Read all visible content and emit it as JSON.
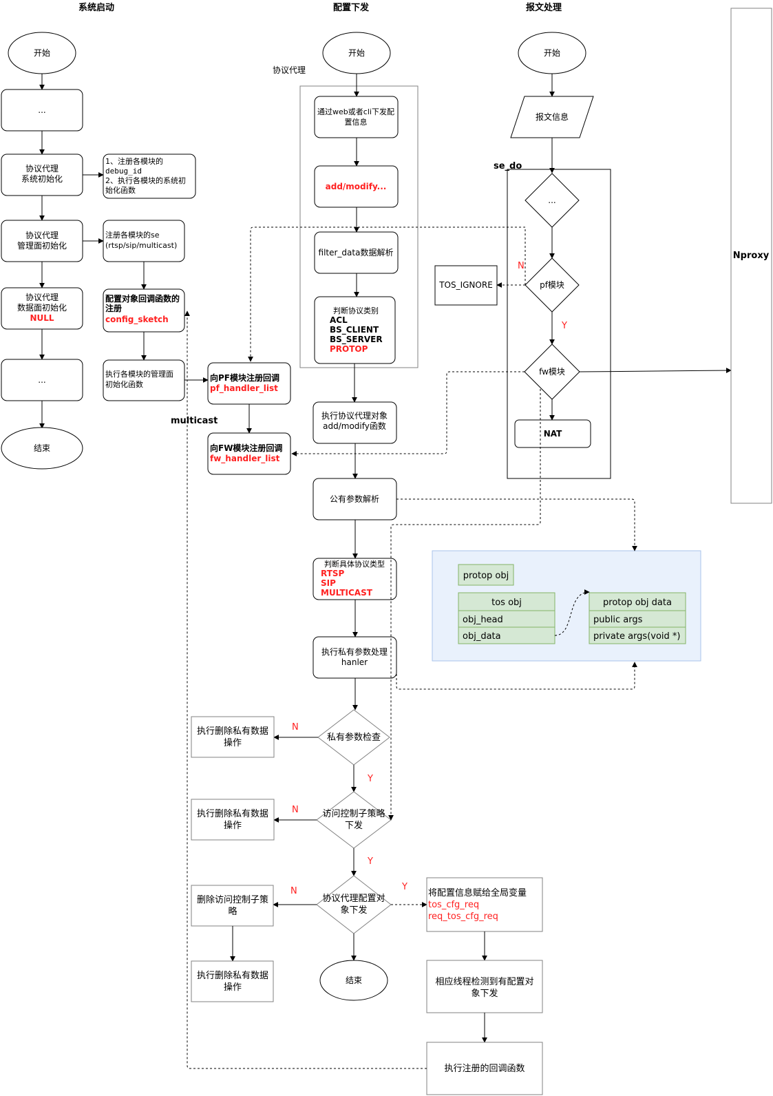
{
  "columns": {
    "startup": "系统启动",
    "config": "配置下发",
    "packet": "报文处理"
  },
  "labels": {
    "protocol_proxy": "协议代理",
    "se_do": "se_do",
    "multicast": "multicast",
    "nproxy": "Nproxy"
  },
  "startup": {
    "start": "开始",
    "box1": "...",
    "sys_init": [
      "协议代理",
      "系统初始化"
    ],
    "mgmt_init": [
      "协议代理",
      "管理面初始化"
    ],
    "data_init": [
      "协议代理",
      "数据面初始化"
    ],
    "data_init_null": "NULL",
    "box2": "...",
    "end": "结束",
    "note1": [
      "1、注册各模块的",
      "debug_id",
      "2、执行各模块的系统初",
      "始化函数"
    ],
    "note2": [
      "注册各模块的se",
      "(rtsp/sip/multicast)"
    ],
    "note3": [
      "配置对象回调函数的",
      "注册"
    ],
    "note3_red": "config_sketch",
    "note4": [
      "执行各模块的管理面",
      "初始化函数"
    ],
    "pf_reg": "向PF模块注册回调",
    "pf_reg_red": "pf_handler_list",
    "fw_reg": "向FW模块注册回调",
    "fw_reg_red": "fw_handler_list"
  },
  "config": {
    "start": "开始",
    "web": [
      "通过web或者cli下发配",
      "置信息"
    ],
    "addmod": "add/modify...",
    "filter": "filter_data数据解析",
    "judge": [
      "判断协议类别",
      "ACL",
      "BS_CLIENT",
      "BS_SERVER"
    ],
    "judge_red": "PROTOP",
    "exec": [
      "执行协议代理对象",
      "add/modify函数"
    ],
    "common": "公有参数解析",
    "specific": "判断具体协议类型",
    "specific_red": [
      "RTSP",
      "SIP",
      "MULTICAST"
    ],
    "private": [
      "执行私有参数处理",
      "hanler"
    ],
    "check": "私有参数检查",
    "del1": [
      "执行删除私有数据",
      "操作"
    ],
    "acl": [
      "访问控制子策略",
      "下发"
    ],
    "del2": [
      "执行删除私有数据",
      "操作"
    ],
    "obj": [
      "协议代理配置对",
      "象下发"
    ],
    "del_acl": [
      "删除访问控制子策",
      "略"
    ],
    "del3": [
      "执行删除私有数据",
      "操作"
    ],
    "end": "结束",
    "assign": "将配置信息赋给全局变量",
    "assign_red": [
      "tos_cfg_req",
      "req_tos_cfg_req"
    ],
    "thread": [
      "相应线程检测到有配置对",
      "象下发"
    ],
    "callback": "执行注册的回调函数",
    "N": "N",
    "Y": "Y"
  },
  "packet": {
    "start": "开始",
    "info": "报文信息",
    "dots": "...",
    "pf": "pf模块",
    "tos_ignore": "TOS_IGNORE",
    "fw": "fw模块",
    "nat": "NAT",
    "N": "N",
    "Y": "Y"
  },
  "struct": {
    "protop_obj": "protop obj",
    "tos_obj": "tos obj",
    "obj_head": "obj_head",
    "obj_data": "obj_data",
    "protop_obj_data": "protop obj data",
    "public_args": "public args",
    "private_args": "private args(void *)"
  },
  "colors": {
    "red": "#ff2020",
    "green_fill": "#d5e8d4",
    "green_border": "#82b366",
    "blue_fill": "#e9f1fc",
    "blue_border": "#a9c4eb"
  }
}
